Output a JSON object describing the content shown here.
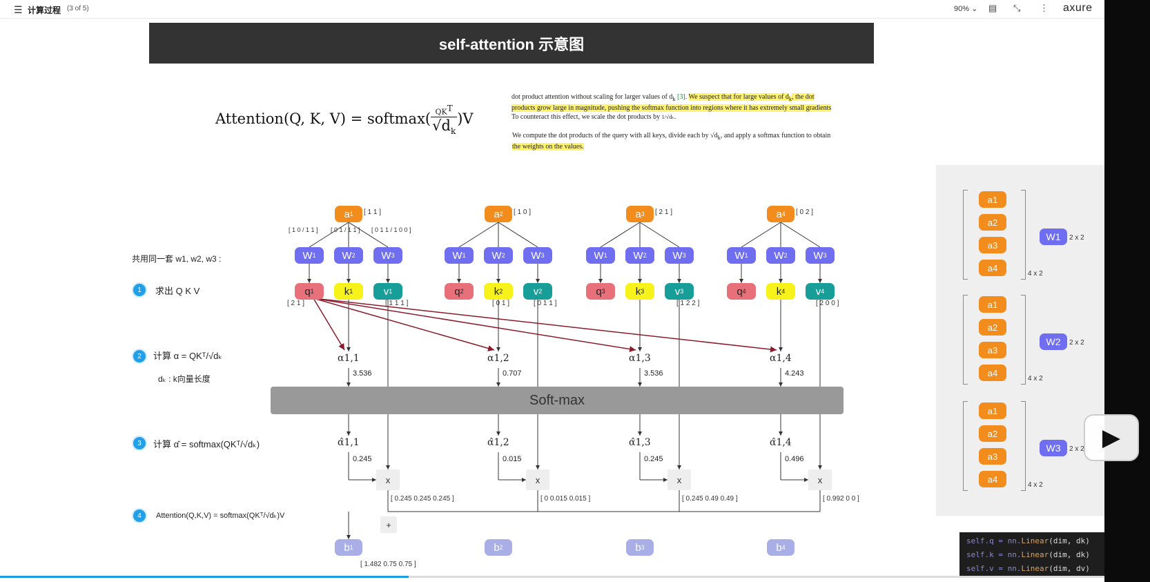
{
  "topbar": {
    "title": "计算过程",
    "counter": "(3 of 5)",
    "zoom": "90%",
    "brand": "axure"
  },
  "banner": "self-attention 示意图",
  "formula": {
    "lhs": "Attention(Q, K, V) = softmax(",
    "num": "QK",
    "sup": "T",
    "den": "√d",
    "den_sub": "k",
    "rhs": ")V"
  },
  "paper": {
    "p1_a": "dot product attention without scaling for larger values of d",
    "p1_b": "[3]",
    "p1_c": "We suspect that for large values of d",
    "p1_d": ", the dot products grow large in magnitude, pushing the softmax function into regions where it has extremely small gradients",
    "p1_e": "To counteract this effect, we scale the dot products by",
    "p2_a": "We compute the dot products of the query with all keys, divide each by √d",
    "p2_b": ", and apply a softmax function to obtain",
    "p2_c": "the weights on the values."
  },
  "shared_label": "共用同一套 w1, w2, w3 :",
  "steps": [
    {
      "n": "1",
      "text": "求出 Q K V"
    },
    {
      "n": "2",
      "text": "计算 α = QKᵀ/√dₖ",
      "sub": "dₖ : k向量长度"
    },
    {
      "n": "3",
      "text": "计算 α̂ = softmax(QKᵀ/√dₖ)"
    },
    {
      "n": "4",
      "text": "Attention(Q,K,V) = softmax(QKᵀ/√dₖ)V"
    }
  ],
  "inputs": [
    {
      "label": "a",
      "sub": "1",
      "vec": "[ 1 1 ]",
      "q": "q",
      "k": "k",
      "v": "v",
      "sup": "1",
      "alpha": "α1,1",
      "score": "3.536",
      "ahat": "α̂1,1",
      "weight": "0.245"
    },
    {
      "label": "a",
      "sub": "2",
      "vec": "[ 1 0 ]",
      "q": "q",
      "k": "k",
      "v": "v",
      "sup": "2",
      "alpha": "α1,2",
      "score": "0.707",
      "ahat": "α̂1,2",
      "weight": "0.015"
    },
    {
      "label": "a",
      "sub": "3",
      "vec": "[ 2 1 ]",
      "q": "q",
      "k": "k",
      "v": "v",
      "sup": "3",
      "alpha": "α1,3",
      "score": "3.536",
      "ahat": "α̂1,3",
      "weight": "0.245"
    },
    {
      "label": "a",
      "sub": "4",
      "vec": "[ 0 2 ]",
      "q": "q",
      "k": "k",
      "v": "v",
      "sup": "4",
      "alpha": "α1,4",
      "score": "4.243",
      "ahat": "α̂1,4",
      "weight": "0.496"
    }
  ],
  "weights": {
    "w1": "W",
    "w2": "W",
    "w3": "W",
    "s1": "1",
    "s2": "2",
    "s3": "3"
  },
  "weight_matrices": {
    "w1": "[ 1 0 / 1 1 ]",
    "w2": "[ 0 1 / 1 1 ]",
    "w3": "[ 0 1 1 / 1 0 0 ]"
  },
  "vectors": {
    "q1": "[ 2 1 ]",
    "v1": "[ 1 1 1 ]",
    "k2": "[ 0 1 ]",
    "v2": "[ 0 1 1 ]",
    "v3": "[ 1 2 2 ]",
    "v4": "[ 2 0 0 ]"
  },
  "softmax_label": "Soft-max",
  "x_label": "x",
  "plus_label": "+",
  "products": [
    "[ 0.245   0.245   0.245 ]",
    "[ 0   0.015   0.015 ]",
    "[ 0.245   0.49   0.49 ]",
    "[ 0.992   0   0 ]"
  ],
  "outputs": [
    {
      "label": "b",
      "sub": "1"
    },
    {
      "label": "b",
      "sub": "2"
    },
    {
      "label": "b",
      "sub": "3"
    },
    {
      "label": "b",
      "sub": "4"
    }
  ],
  "output_vec": "[ 1.482   0.75   0.75 ]",
  "right_panel": {
    "a_labels": [
      "a1",
      "a2",
      "a3",
      "a4"
    ],
    "dim_a": "4 x 2",
    "dim_w": "2 x 2",
    "w_labels": [
      "W1",
      "W2",
      "W3"
    ]
  },
  "code": [
    {
      "pre": "self.q = nn.",
      "fn": "Linear",
      "args": "(dim, dk)"
    },
    {
      "pre": "self.k = nn.",
      "fn": "Linear",
      "args": "(dim, dk)"
    },
    {
      "pre": "self.v = nn.",
      "fn": "Linear",
      "args": "(dim, dv)"
    }
  ],
  "progress": 0.37,
  "colors": {
    "a": "#f28c1c",
    "w": "#6f6ef0",
    "q": "#e8707a",
    "k": "#f7f21a",
    "v": "#179e99",
    "b": "#a9aee6",
    "arrow": "#8b1a2b"
  }
}
